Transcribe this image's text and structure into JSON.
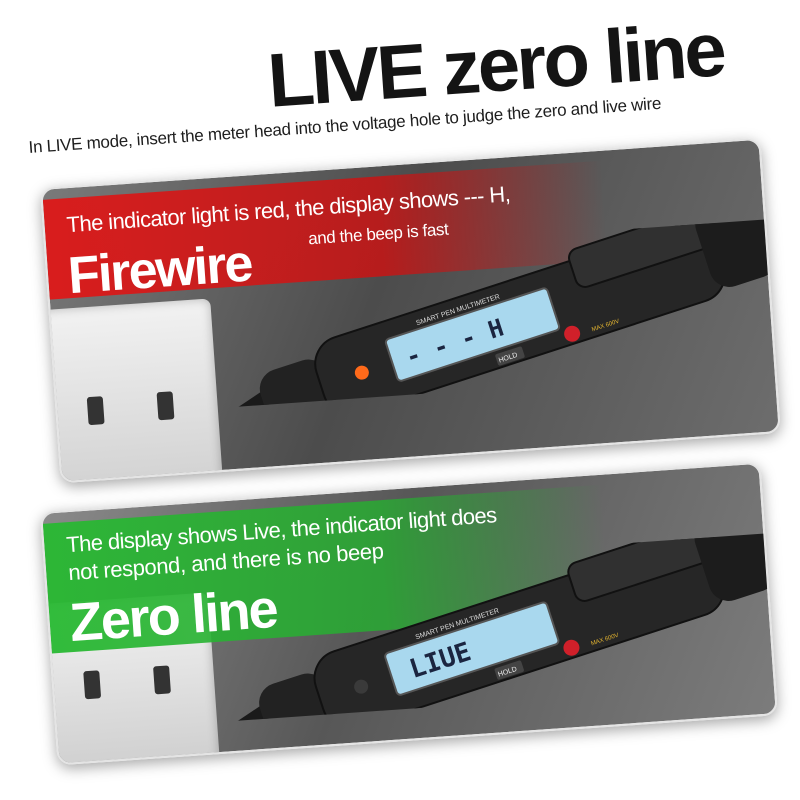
{
  "header": {
    "title": "LIVE zero line",
    "subtitle": "In LIVE mode, insert the meter head into the voltage hole to judge the zero and live wire"
  },
  "panels": [
    {
      "id": "firewire",
      "line1": "The indicator light is red, the display shows --- H,",
      "line2": "and the beep is fast",
      "heading": "Firewire",
      "display": "- - - H",
      "accent": "#de1818"
    },
    {
      "id": "zero",
      "line1": "The display shows Live, the indicator light does",
      "line2": "not respond, and there is no beep",
      "heading": "Zero line",
      "display": "LIUE",
      "accent": "#28b932"
    }
  ],
  "device": {
    "label": "SMART PEN MULTIMETER",
    "hold_label": "HOLD",
    "brand": "MAX 600V"
  },
  "colors": {
    "red": "#de1818",
    "green": "#28b932",
    "lcd": "#a9d8ee"
  }
}
